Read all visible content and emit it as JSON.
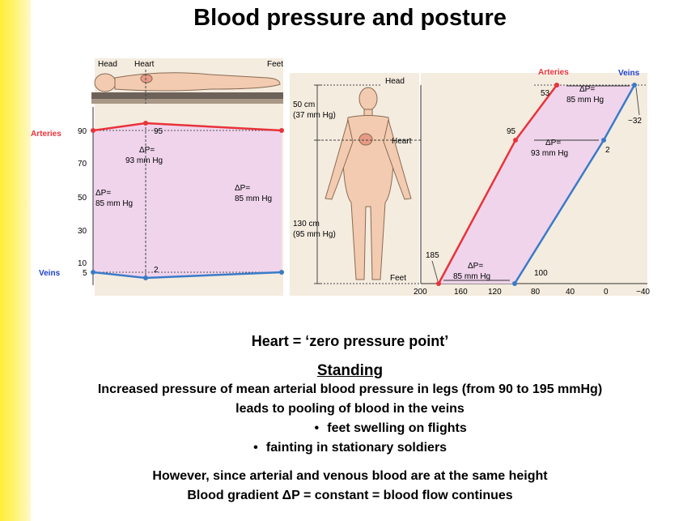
{
  "slide": {
    "title": "Blood pressure and posture",
    "heart_note": "Heart = ‘zero pressure point’",
    "standing_heading": "Standing",
    "line1": "Increased pressure of mean arterial blood pressure in legs (from 90 to 195 mmHg)",
    "line2": "leads to pooling of blood in the veins",
    "bullets": [
      "feet swelling on flights",
      "fainting in stationary soldiers"
    ],
    "bullet_glyph": "•",
    "line3": "However, since arterial and venous blood are at the same height",
    "line4": "Blood gradient ΔP =  constant = blood flow continues"
  },
  "lying_figure": {
    "head_label": "Head",
    "heart_label": "Heart",
    "feet_label": "Feet",
    "arteries_label": "Arteries",
    "veins_label": "Veins",
    "y_ticks": [
      "90",
      "70",
      "50",
      "30",
      "10",
      "5"
    ],
    "artery_values": [
      "95"
    ],
    "vein_values": [
      "2"
    ],
    "dp_left": [
      "ΔP=",
      "85 mm Hg"
    ],
    "dp_center": [
      "ΔP=",
      "93 mm Hg"
    ],
    "dp_right": [
      "ΔP=",
      "85 mm Hg"
    ],
    "colors": {
      "artery": "#e8333a",
      "vein": "#3a7bc8",
      "fill": "#f0d4ec"
    }
  },
  "standing_figure": {
    "head_label": "Head",
    "heart_label": "Heart",
    "feet_label": "Feet",
    "upper_dist": [
      "50 cm",
      "(37 mm Hg)"
    ],
    "lower_dist": [
      "130 cm",
      "(95 mm Hg)"
    ]
  },
  "standing_chart": {
    "arteries_label": "Arteries",
    "veins_label": "Veins",
    "x_ticks": [
      "200",
      "160",
      "120",
      "80",
      "40",
      "0",
      "−40"
    ],
    "artery_values": [
      "53",
      "95",
      "185"
    ],
    "vein_values": [
      "−32",
      "2",
      "100"
    ],
    "dp_top": [
      "ΔP=",
      "85 mm Hg"
    ],
    "dp_mid": [
      "ΔP=",
      "93 mm Hg"
    ],
    "dp_bottom": [
      "ΔP=",
      "85 mm Hg"
    ]
  }
}
